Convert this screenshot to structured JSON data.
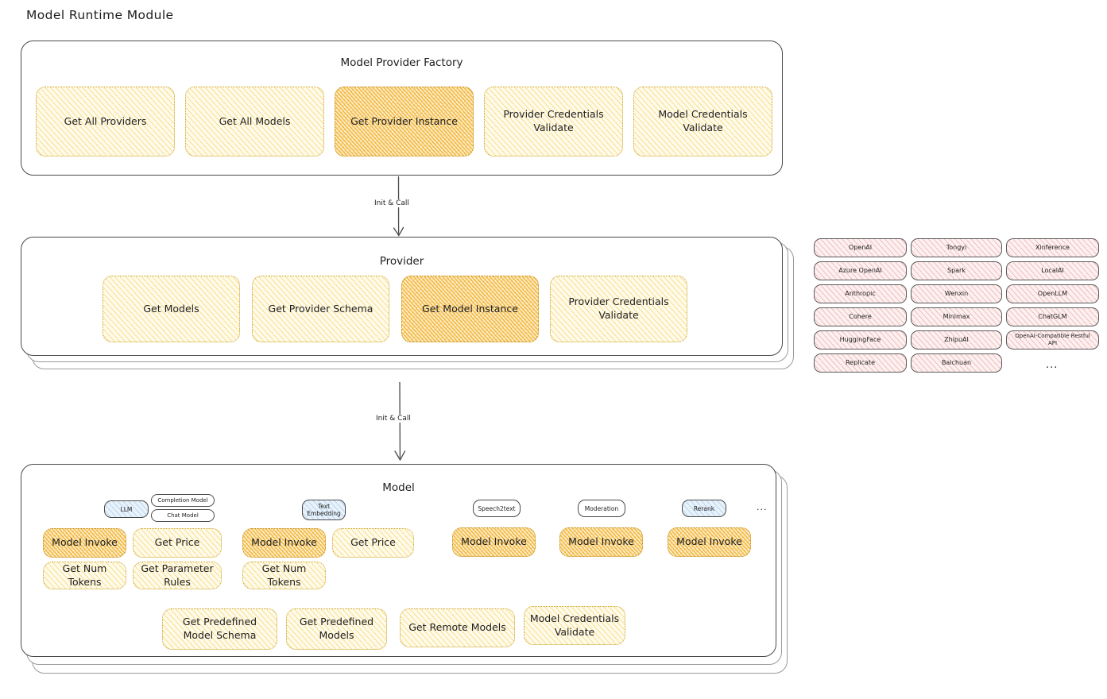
{
  "diagram": {
    "title": "Model Runtime Module",
    "type": "architecture-diagram"
  },
  "factory": {
    "title": "Model Provider Factory",
    "nodes": [
      {
        "label": "Get All Providers",
        "style": "light"
      },
      {
        "label": "Get All Models",
        "style": "light"
      },
      {
        "label": "Get Provider Instance",
        "style": "strong"
      },
      {
        "label": "Provider Credentials Validate",
        "style": "light"
      },
      {
        "label": "Model Credentials Validate",
        "style": "light"
      }
    ]
  },
  "arrows": {
    "factory_to_provider": "Init & Call",
    "provider_to_model": "Init & Call"
  },
  "provider": {
    "title": "Provider",
    "nodes": [
      {
        "label": "Get Models",
        "style": "light"
      },
      {
        "label": "Get Provider Schema",
        "style": "light"
      },
      {
        "label": "Get Model Instance",
        "style": "strong"
      },
      {
        "label": "Provider Credentials Validate",
        "style": "light"
      }
    ]
  },
  "provider_list": {
    "ellipsis": "...",
    "columns": [
      [
        "OpenAI",
        "Azure OpenAI",
        "Anthropic",
        "Cohere",
        "HuggingFace",
        "Replicate"
      ],
      [
        "Tongyi",
        "Spark",
        "Wenxin",
        "Minimax",
        "ZhipuAI",
        "Baichuan"
      ],
      [
        "Xinference",
        "LocalAI",
        "OpenLLM",
        "ChatGLM",
        "OpenAI-Compatible Restful API"
      ]
    ]
  },
  "model": {
    "title": "Model",
    "ellipsis": "...",
    "types": [
      {
        "label": "LLM",
        "style": "blue",
        "subtypes": [
          "Completion Model",
          "Chat Model"
        ]
      },
      {
        "label": "Text Embedding",
        "style": "blue",
        "subtypes": []
      },
      {
        "label": "Speech2text",
        "style": "white",
        "subtypes": []
      },
      {
        "label": "Moderation",
        "style": "white",
        "subtypes": []
      },
      {
        "label": "Rerank",
        "style": "blue",
        "subtypes": []
      }
    ],
    "llm_ops": [
      {
        "label": "Model Invoke",
        "style": "strong"
      },
      {
        "label": "Get Price",
        "style": "light"
      },
      {
        "label": "Get Num Tokens",
        "style": "light"
      },
      {
        "label": "Get Parameter Rules",
        "style": "light"
      }
    ],
    "embedding_ops": [
      {
        "label": "Model Invoke",
        "style": "strong"
      },
      {
        "label": "Get Price",
        "style": "light"
      },
      {
        "label": "Get Num Tokens",
        "style": "light"
      }
    ],
    "speech_ops": [
      {
        "label": "Model Invoke",
        "style": "strong"
      }
    ],
    "moderation_ops": [
      {
        "label": "Model Invoke",
        "style": "strong"
      }
    ],
    "rerank_ops": [
      {
        "label": "Model Invoke",
        "style": "strong"
      }
    ],
    "common_ops": [
      {
        "label": "Get Predefined Model Schema",
        "style": "light"
      },
      {
        "label": "Get Predefined Models",
        "style": "light"
      },
      {
        "label": "Get Remote Models",
        "style": "light"
      },
      {
        "label": "Model Credentials Validate",
        "style": "light"
      }
    ]
  },
  "colors": {
    "accent_amber": "#f0af2d",
    "accent_amber_light": "#fffbea",
    "accent_pink": "#e28282",
    "accent_blue": "#e8f2fb",
    "stroke": "#3b3b3b"
  }
}
